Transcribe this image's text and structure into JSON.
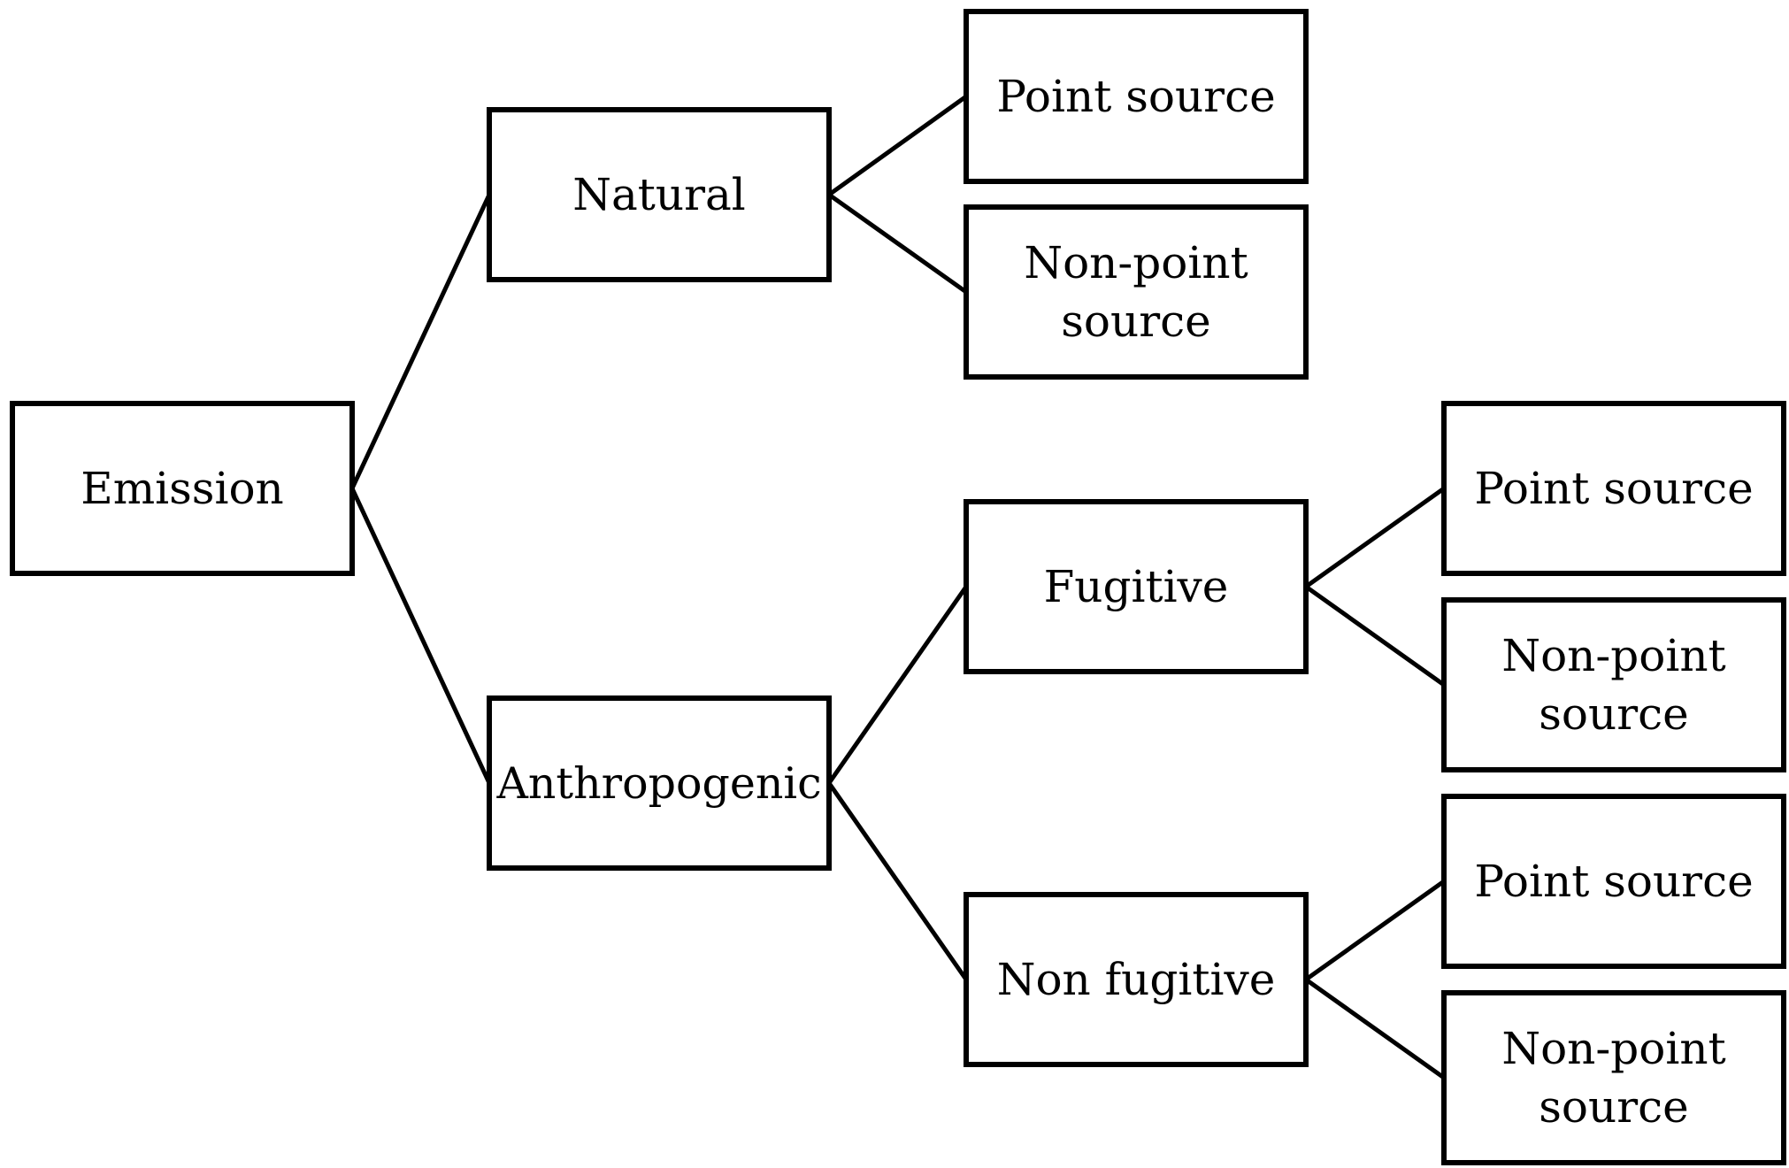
{
  "diagram": {
    "type": "tree",
    "nodes": {
      "emission": {
        "lines": [
          "Emission"
        ]
      },
      "natural": {
        "lines": [
          "Natural"
        ]
      },
      "anthropogenic": {
        "lines": [
          "Anthropogenic"
        ]
      },
      "natural_point": {
        "lines": [
          "Point source"
        ]
      },
      "natural_nonpoint": {
        "lines": [
          "Non-point",
          "source"
        ]
      },
      "fugitive": {
        "lines": [
          "Fugitive"
        ]
      },
      "non_fugitive": {
        "lines": [
          "Non fugitive"
        ]
      },
      "fugitive_point": {
        "lines": [
          "Point source"
        ]
      },
      "fugitive_nonpoint": {
        "lines": [
          "Non-point",
          "source"
        ]
      },
      "non_fugitive_point": {
        "lines": [
          "Point source"
        ]
      },
      "non_fugitive_nonpoint": {
        "lines": [
          "Non-point",
          "source"
        ]
      }
    },
    "edges": [
      [
        "emission",
        "natural"
      ],
      [
        "emission",
        "anthropogenic"
      ],
      [
        "natural",
        "natural_point"
      ],
      [
        "natural",
        "natural_nonpoint"
      ],
      [
        "anthropogenic",
        "fugitive"
      ],
      [
        "anthropogenic",
        "non_fugitive"
      ],
      [
        "fugitive",
        "fugitive_point"
      ],
      [
        "fugitive",
        "fugitive_nonpoint"
      ],
      [
        "non_fugitive",
        "non_fugitive_point"
      ],
      [
        "non_fugitive",
        "non_fugitive_nonpoint"
      ]
    ]
  }
}
